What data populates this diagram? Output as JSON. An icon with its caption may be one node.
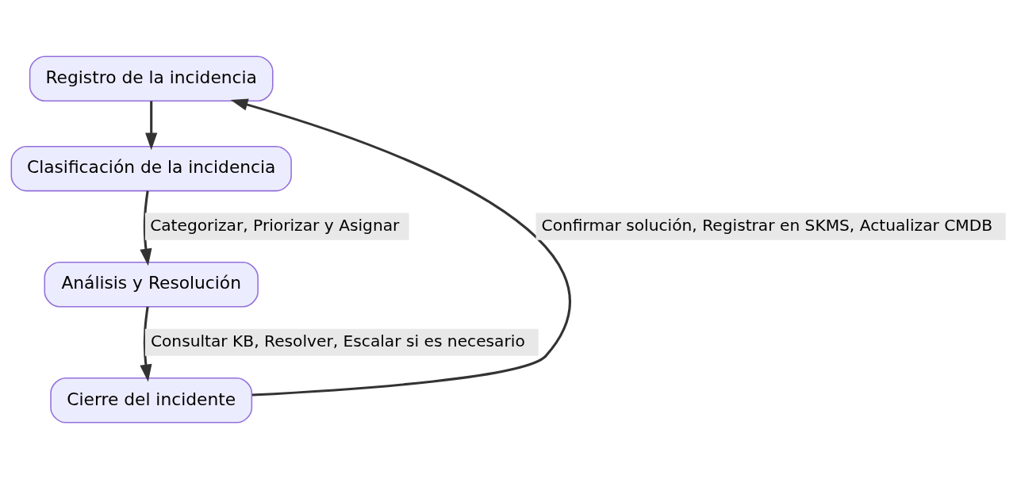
{
  "diagram": {
    "nodes": [
      {
        "text": [
          "Registro de la incidencia"
        ]
      },
      {
        "text": [
          "Clasificación de la incidencia"
        ]
      },
      {
        "text": [
          "Análisis y Resolución"
        ]
      },
      {
        "text": [
          "Cierre del incidente"
        ]
      }
    ],
    "edges": [
      {
        "from": 0,
        "to": 1,
        "arrow": "to"
      },
      {
        "from": 1,
        "to": 2,
        "arrow": "to",
        "label": "Categorizar, Priorizar y Asignar"
      },
      {
        "from": 2,
        "to": 3,
        "arrow": "to",
        "label": "Consultar KB, Resolver, Escalar si es necesario"
      },
      {
        "from": 3,
        "to": 0,
        "arrow": "to",
        "label": "Confirmar solución, Registrar en SKMS, Actualizar CMDB"
      }
    ]
  }
}
